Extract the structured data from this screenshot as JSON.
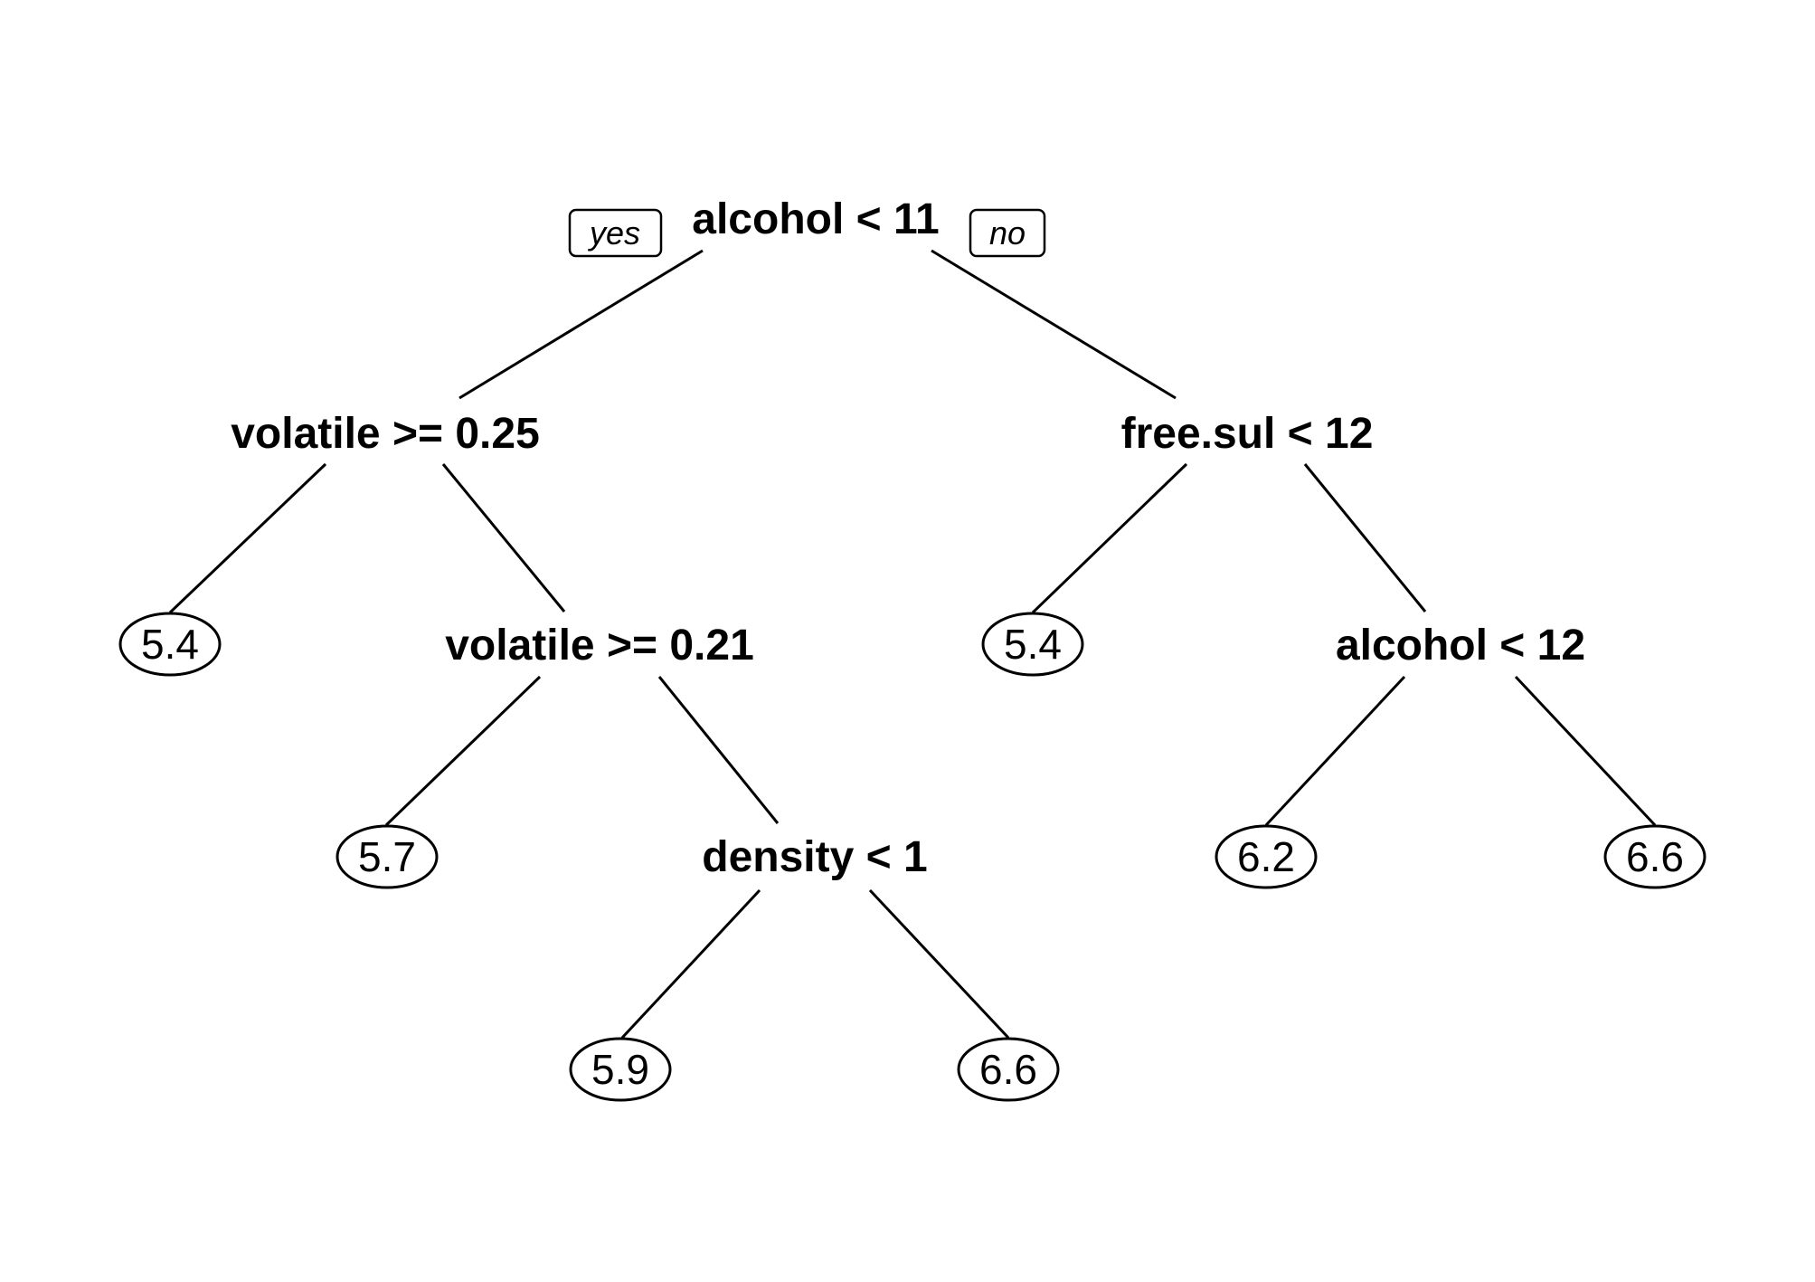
{
  "tree": {
    "branch_labels": {
      "yes": "yes",
      "no": "no"
    },
    "splits": {
      "root": "alcohol < 11",
      "left": "volatile >= 0.25",
      "right": "free.sul < 12",
      "left_right": "volatile >= 0.21",
      "right_right": "alcohol < 12",
      "left_right_right": "density < 1"
    },
    "leaves": {
      "left_left": "5.4",
      "right_left": "5.4",
      "left_right_left": "5.7",
      "left_right_right_left": "5.9",
      "left_right_right_right": "6.6",
      "right_right_left": "6.2",
      "right_right_right": "6.6"
    }
  }
}
